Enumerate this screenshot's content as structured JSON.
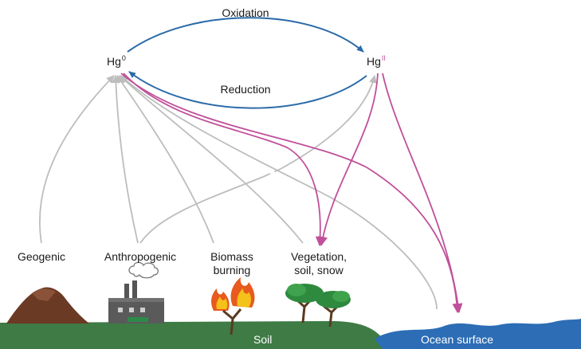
{
  "species": {
    "hg0": {
      "base": "Hg",
      "superscript": "0"
    },
    "hg2": {
      "base": "Hg",
      "superscript": "II"
    }
  },
  "processes": {
    "oxidation": "Oxidation",
    "reduction": "Reduction"
  },
  "sources": {
    "geogenic": "Geogenic",
    "anthropogenic": "Anthropogenic",
    "biomass_line1": "Biomass",
    "biomass_line2": "burning",
    "vegetation_line1": "Vegetation,",
    "vegetation_line2": "soil, snow"
  },
  "surfaces": {
    "soil": "Soil",
    "ocean": "Ocean surface"
  },
  "colors": {
    "redox_arrow": "#2a6aa8",
    "emission_arrow": "#bdbdbd",
    "deposition_arrow": "#c0509a",
    "soil": "#3e7b45",
    "ocean": "#2c6db5"
  }
}
